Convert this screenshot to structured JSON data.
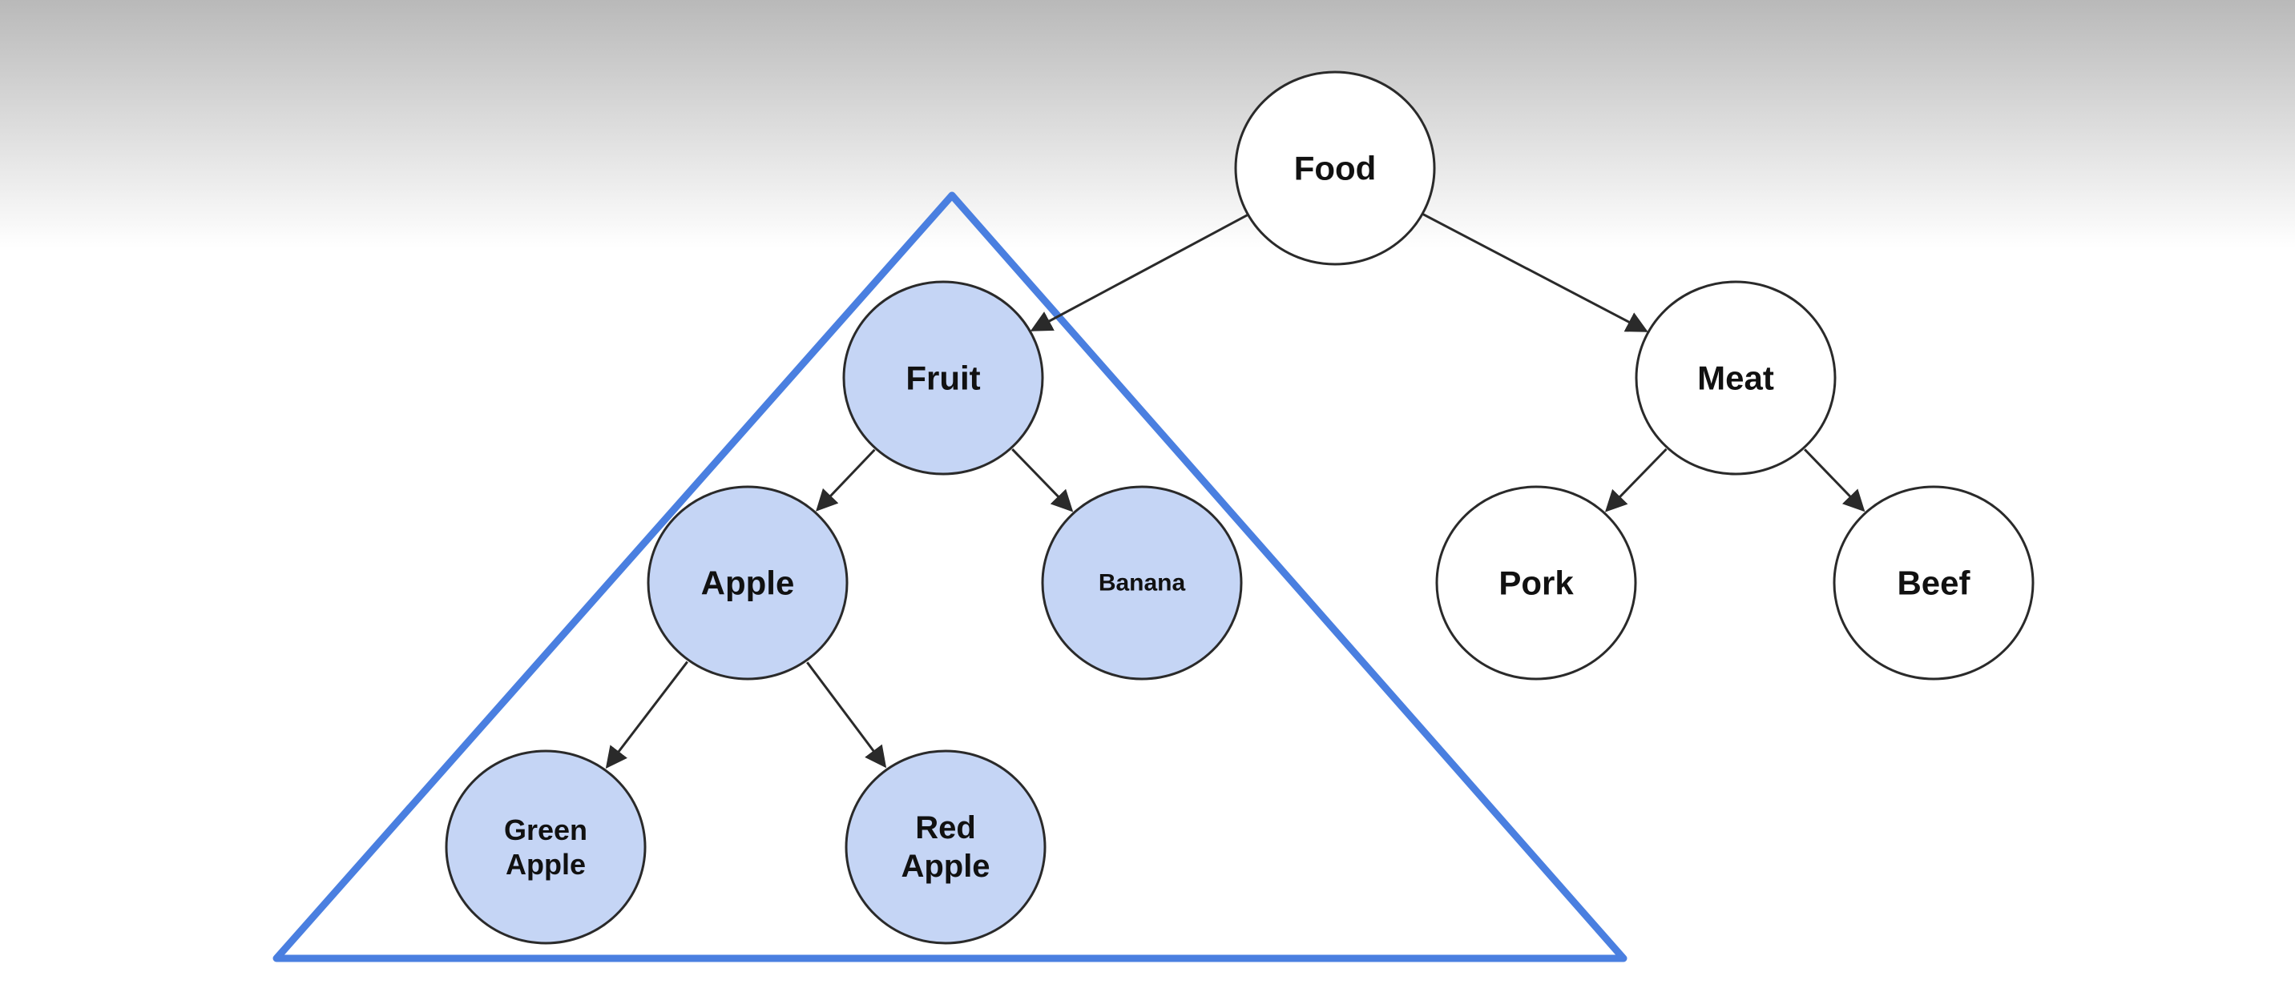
{
  "colors": {
    "background_top": "#b9b9b9",
    "background_bottom": "#ffffff",
    "highlight_fill": "#c5d5f5",
    "plain_fill": "#ffffff",
    "node_stroke": "#2a2a2a",
    "edge_stroke": "#2a2a2a",
    "triangle_stroke": "#4a7fe0"
  },
  "nodes": [
    {
      "id": "food",
      "lines": [
        "Food"
      ],
      "highlighted": false
    },
    {
      "id": "fruit",
      "lines": [
        "Fruit"
      ],
      "highlighted": true
    },
    {
      "id": "meat",
      "lines": [
        "Meat"
      ],
      "highlighted": false
    },
    {
      "id": "apple",
      "lines": [
        "Apple"
      ],
      "highlighted": true
    },
    {
      "id": "banana",
      "lines": [
        "Banana"
      ],
      "highlighted": true
    },
    {
      "id": "pork",
      "lines": [
        "Pork"
      ],
      "highlighted": false
    },
    {
      "id": "beef",
      "lines": [
        "Beef"
      ],
      "highlighted": false
    },
    {
      "id": "green-apple",
      "lines": [
        "Green",
        "Apple"
      ],
      "highlighted": true
    },
    {
      "id": "red-apple",
      "lines": [
        "Red",
        "Apple"
      ],
      "highlighted": true
    }
  ],
  "edges": [
    {
      "from": "food",
      "to": "fruit"
    },
    {
      "from": "food",
      "to": "meat"
    },
    {
      "from": "fruit",
      "to": "apple"
    },
    {
      "from": "fruit",
      "to": "banana"
    },
    {
      "from": "meat",
      "to": "pork"
    },
    {
      "from": "meat",
      "to": "beef"
    },
    {
      "from": "apple",
      "to": "green-apple"
    },
    {
      "from": "apple",
      "to": "red-apple"
    }
  ],
  "highlighted_subtree_root": "fruit"
}
